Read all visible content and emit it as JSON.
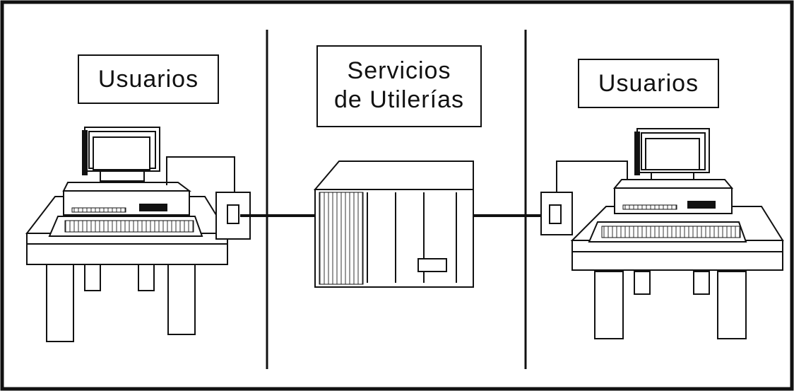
{
  "labels": {
    "left_users": "Usuarios",
    "center_service_line1": "Servicios",
    "center_service_line2": "de Utilerías",
    "right_users": "Usuarios"
  },
  "icons": [
    "computer-workstation-icon",
    "wall-jack-icon",
    "server-cabinet-icon"
  ],
  "colors": {
    "ink": "#111111",
    "background": "#ffffff"
  }
}
